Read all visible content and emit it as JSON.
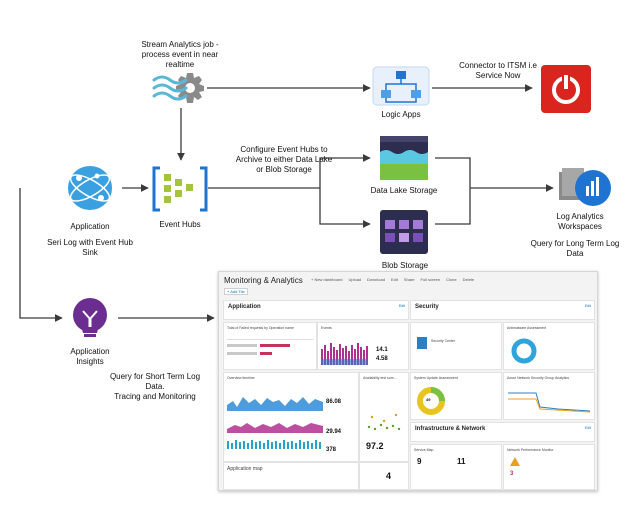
{
  "nodes": {
    "stream_analytics": "Stream Analytics job -\nprocess event in near\nrealtime",
    "logic_apps": "Logic Apps",
    "connector": "Connector to ITSM i.e\nService Now",
    "configure_event_hubs": "Configure Event Hubs to\nArchive to either Data Lake\nor Blob Storage",
    "application": "Application",
    "event_hubs": "Event Hubs",
    "data_lake": "Data Lake Storage",
    "blob_storage": "Blob Storage",
    "log_analytics": "Log Analytics\nWorkspaces",
    "seri_log": "Seri Log with Event Hub\nSink",
    "query_long": "Query for Long Term Log\nData",
    "app_insights": "Application\nInsights",
    "query_short": "Query for Short Term Log\nData.\nTracing and Monitoring"
  },
  "dashboard": {
    "title": "Monitoring & Analytics",
    "toolbar": [
      "+ New dashboard",
      "Upload",
      "Download",
      "Edit",
      "Share",
      "Full screen",
      "Clone",
      "Delete"
    ],
    "pin": "+ Add Tile",
    "application": "Application",
    "security": "Security",
    "infrastructure": "Infrastructure & Network",
    "edit": "Edit",
    "app_map": "Application map",
    "service_map": "Service Map",
    "network_monitor": "Network Performance Monitor",
    "antimalware": "Antimalware Assessment",
    "system_update": "System Update Assessment",
    "azure_nsg": "Azure Network Security Group Analytics",
    "overview": "Overview timeline",
    "availability": "Availability test sum...",
    "events": "Events",
    "failed": "Total of Failed requests by Operation name",
    "security_center": "Security Center",
    "kpi_1": "14.1",
    "kpi_2": "4.58",
    "kpi_3": "86.08",
    "kpi_4": "29.94",
    "kpi_5": "378",
    "kpi_6": "97.2",
    "kpi_7": "4",
    "kpi_8": "9",
    "kpi_9": "11",
    "kpi_10": "3",
    "kpi_11": "49"
  },
  "colors": {
    "arrow": "#3a3a3a",
    "azure_blue": "#0078d4",
    "itsm_red": "#d9251d",
    "purple": "#6b2d8f"
  }
}
